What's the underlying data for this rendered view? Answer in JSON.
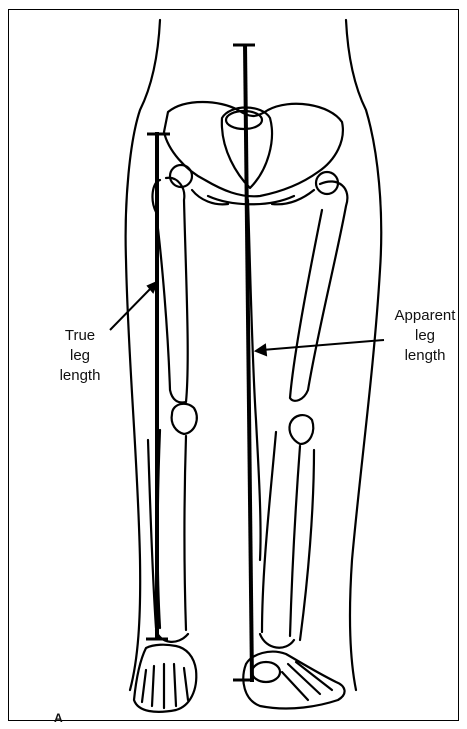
{
  "figure": {
    "labels": {
      "true_leg_length": [
        "True",
        "leg",
        "length"
      ],
      "apparent_leg_length": [
        "Apparent",
        "leg",
        "length"
      ]
    },
    "panel_letter": "A",
    "colors": {
      "ink": "#000000",
      "background": "#ffffff"
    }
  }
}
